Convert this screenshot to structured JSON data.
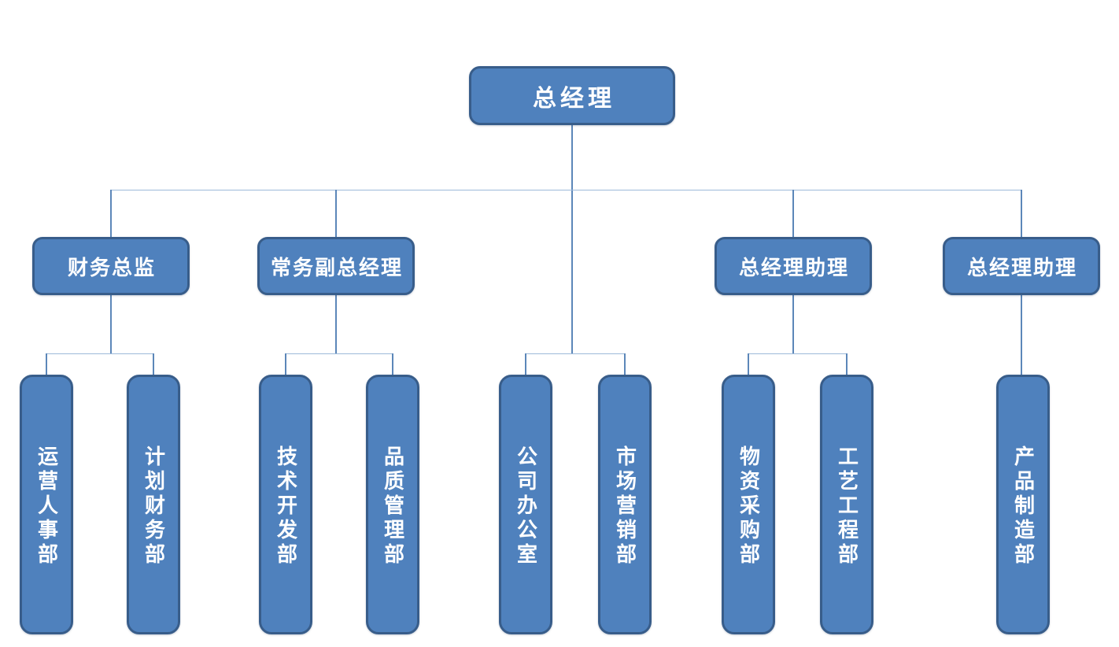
{
  "org": {
    "root": {
      "label": "总经理",
      "children": [
        {
          "label": "财务总监",
          "children": [
            {
              "label": "运营人事部"
            },
            {
              "label": "计划财务部"
            }
          ]
        },
        {
          "label": "常务副总经理",
          "children": [
            {
              "label": "技术开发部"
            },
            {
              "label": "品质管理部"
            }
          ]
        },
        {
          "label": "公司办公室"
        },
        {
          "label": "市场营销部"
        },
        {
          "label": "总经理助理",
          "children": [
            {
              "label": "物资采购部"
            },
            {
              "label": "工艺工程部"
            }
          ]
        },
        {
          "label": "总经理助理",
          "children": [
            {
              "label": "产品制造部"
            }
          ]
        }
      ]
    },
    "colors": {
      "node_fill": "#4f81bd",
      "node_border": "#385d8a",
      "node_text": "#ffffff",
      "connector_vertical": "#5c87b9",
      "connector_horizontal": "#9db9d9",
      "background": "#ffffff"
    }
  }
}
